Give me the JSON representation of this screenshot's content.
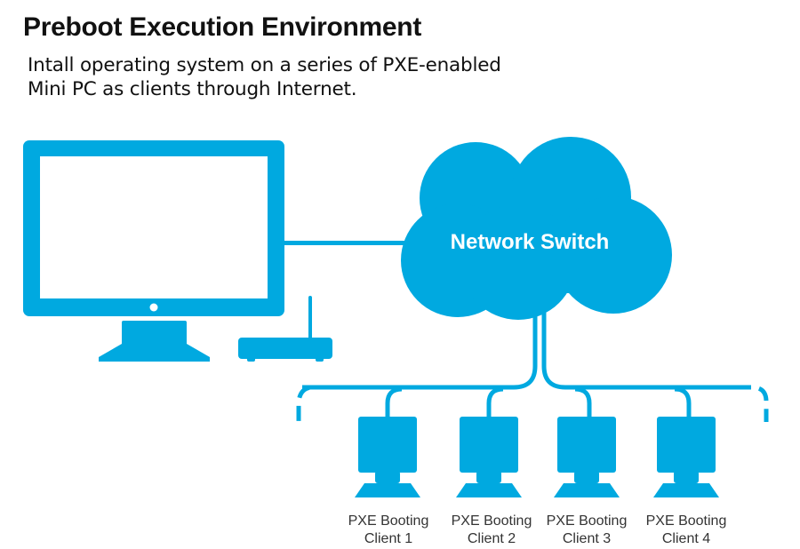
{
  "header": {
    "title": "Preboot Execution Environment",
    "subtitle_lines": [
      "Intall operating system on a series of PXE-enabled",
      "Mini PC as clients through Internet."
    ]
  },
  "colors": {
    "accent": "#00a9e0",
    "background": "#ffffff",
    "text": "#111111",
    "label_text": "#333333"
  },
  "diagram": {
    "server": {
      "icon": "desktop-monitor-icon"
    },
    "router": {
      "icon": "router-icon"
    },
    "switch": {
      "label": "Network Switch",
      "icon": "cloud-icon"
    },
    "clients": [
      {
        "line1": "PXE Booting",
        "line2": "Client 1",
        "icon": "client-computer-icon"
      },
      {
        "line1": "PXE Booting",
        "line2": "Client 2",
        "icon": "client-computer-icon"
      },
      {
        "line1": "PXE Booting",
        "line2": "Client 3",
        "icon": "client-computer-icon"
      },
      {
        "line1": "PXE Booting",
        "line2": "Client 4",
        "icon": "client-computer-icon"
      }
    ]
  }
}
